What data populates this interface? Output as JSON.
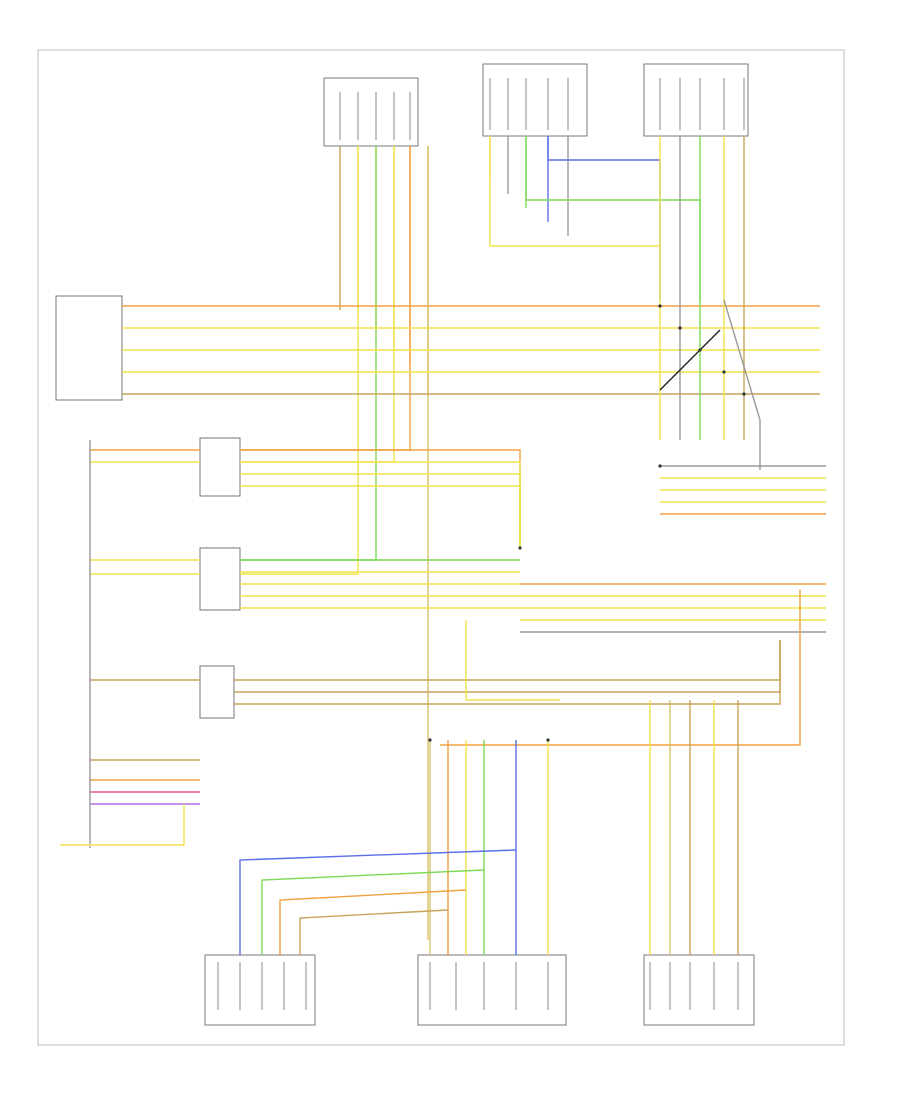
{
  "diagram": {
    "colors": {
      "yellow": "#f2e24a",
      "orange": "#f0a040",
      "yellow_black": "#d9c26a",
      "tan": "#c8a45a",
      "green": "#7ed957",
      "blue": "#5a6ee8",
      "violet": "#b36ee8",
      "red": "#e85a7a",
      "gray": "#9a9a9a",
      "black": "#222222",
      "frame": "#bdbdbd"
    },
    "page_ref": "",
    "components": [
      {
        "key": "top_center_block",
        "label": ""
      },
      {
        "key": "top_right_block_a",
        "label": ""
      },
      {
        "key": "top_right_block_b",
        "label": ""
      },
      {
        "key": "left_module",
        "label": ""
      },
      {
        "key": "mid_connector_1",
        "label": ""
      },
      {
        "key": "mid_connector_2",
        "label": ""
      },
      {
        "key": "mid_connector_3",
        "label": ""
      },
      {
        "key": "bottom_left_block",
        "label": ""
      },
      {
        "key": "bottom_center_block",
        "label": ""
      },
      {
        "key": "bottom_right_block",
        "label": ""
      }
    ]
  }
}
